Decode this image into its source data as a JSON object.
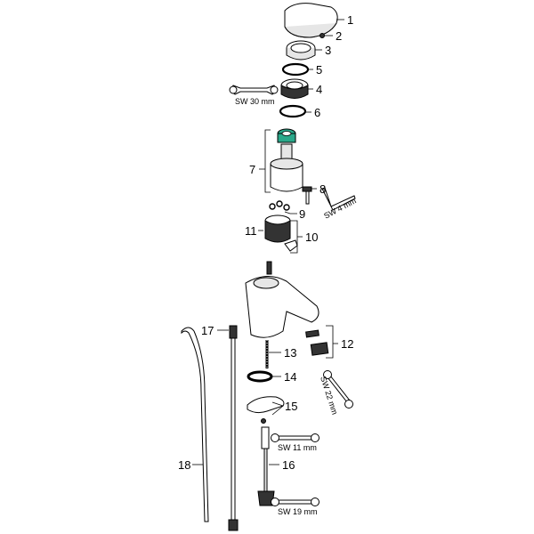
{
  "callouts": {
    "c1": "1",
    "c2": "2",
    "c3": "3",
    "c4": "4",
    "c5": "5",
    "c6": "6",
    "c7": "7",
    "c8": "8",
    "c9": "9",
    "c10": "10",
    "c11": "11",
    "c12": "12",
    "c13": "13",
    "c14": "14",
    "c15": "15",
    "c16": "16",
    "c17": "17",
    "c18": "18"
  },
  "wrench_sizes": {
    "sw30": "SW 30 mm",
    "sw4": "SW 4 mm",
    "sw22": "SW 22 mm",
    "sw11": "SW 11 mm",
    "sw19": "SW 19 mm"
  },
  "colors": {
    "cartridge_accent": "#2aa88a",
    "line": "#000000",
    "part_fill": "#e6e6e6"
  }
}
